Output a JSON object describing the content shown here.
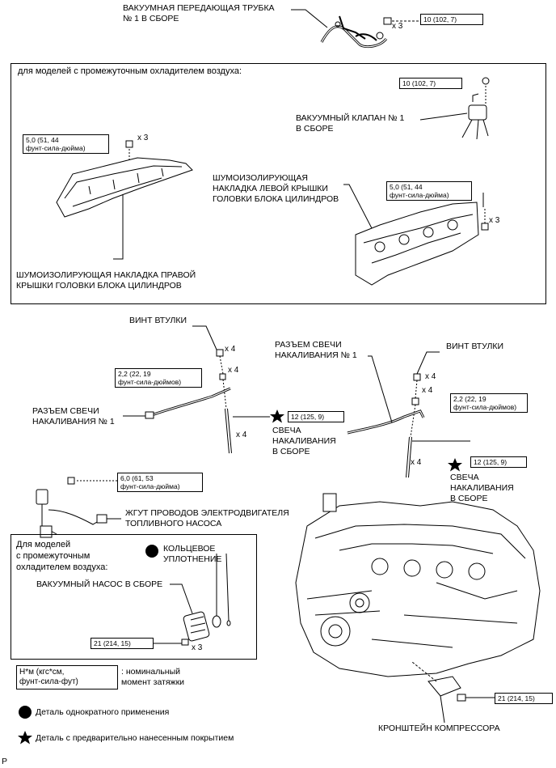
{
  "vacuum_tube": {
    "label": "ВАКУУМНАЯ ПЕРЕДАЮЩАЯ ТРУБКА\n№ 1 В СБОРЕ",
    "torque": "10 (102, 7)",
    "qty": "x 3"
  },
  "intercooler_section": {
    "title": "для моделей с промежуточным охладителем воздуха:"
  },
  "vacuum_valve": {
    "torque": "10 (102, 7)",
    "label": "ВАКУУМНЫЙ КЛАПАН № 1\nВ СБОРЕ"
  },
  "right_cover": {
    "torque": "5,0 (51, 44\nфунт-сила-дюйма)",
    "qty": "x 3",
    "label": "ШУМОИЗОЛИРУЮЩАЯ НАКЛАДКА ПРАВОЙ\nКРЫШКИ ГОЛОВКИ БЛОКА ЦИЛИНДРОВ"
  },
  "left_cover": {
    "label": "ШУМОИЗОЛИРУЮЩАЯ\nНАКЛАДКА ЛЕВОЙ КРЫШКИ\nГОЛОВКИ БЛОКА ЦИЛИНДРОВ",
    "torque": "5,0 (51, 44\nфунт-сила-дюйма)",
    "qty": "x 3"
  },
  "left_glow": {
    "screw_label": "ВИНТ ВТУЛКИ",
    "screw_qty": "x 4",
    "nut_torque": "2,2 (22, 19\nфунт-сила-дюймов)",
    "nut_qty": "x 4",
    "connector_label": "РАЗЪЕМ СВЕЧИ\nНАКАЛИВАНИЯ № 1",
    "plug_torque": "12 (125, 9)",
    "plug_label": "СВЕЧА\nНАКАЛИВАНИЯ\nВ СБОРЕ",
    "plug_qty": "x 4"
  },
  "right_glow": {
    "connector_label": "РАЗЪЕМ СВЕЧИ\nНАКАЛИВАНИЯ № 1",
    "screw_label": "ВИНТ ВТУЛКИ",
    "screw_qty": "x 4",
    "nut_qty": "x 4",
    "nut_torque": "2,2 (22, 19\nфунт-сила-дюймов)",
    "plug_torque": "12 (125, 9)",
    "plug_label": "СВЕЧА\nНАКАЛИВАНИЯ\nВ СБОРЕ",
    "plug_qty": "x 4"
  },
  "harness": {
    "torque": "6,0 (61, 53\nфунт-сила-дюйма)",
    "label": "ЖГУТ ПРОВОДОВ ЭЛЕКТРОДВИГАТЕЛЯ\nТОПЛИВНОГО НАСОСА"
  },
  "pump_section": {
    "title": "Для моделей\nс промежуточным\nохладителем воздуха:",
    "oring_label": "КОЛЬЦЕВОЕ\nУПЛОТНЕНИЕ",
    "pump_label": "ВАКУУМНЫЙ НАСОС В СБОРЕ",
    "torque": "21 (214, 15)",
    "qty": "x 3"
  },
  "bracket": {
    "torque": "21 (214, 15)",
    "label": "КРОНШТЕЙН КОМПРЕССОРА"
  },
  "legend": {
    "unit_box": "Н*м (кгс*см,\nфунт-сила-фут)",
    "unit_text": ": номинальный\nмомент затяжки",
    "one_time": "Деталь однократного применения",
    "precoated": "Деталь с предварительно нанесенным покрытием"
  },
  "corner_mark": "P"
}
